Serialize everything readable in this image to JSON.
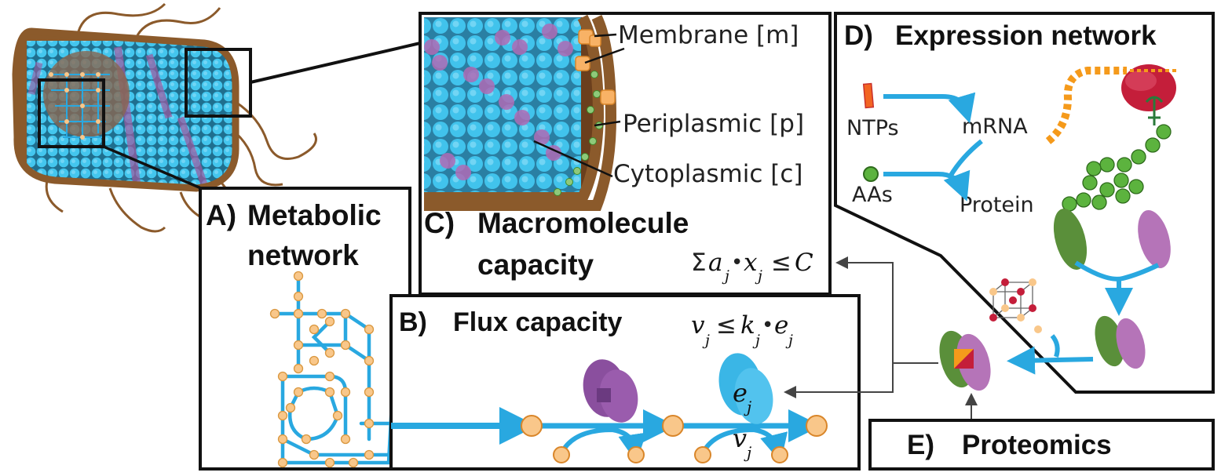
{
  "panels": {
    "a": {
      "letter": "A)",
      "line1": "Metabolic",
      "line2": "network"
    },
    "b": {
      "letter": "B)",
      "title": "Flux capacity",
      "eq_v": "v",
      "eq_sub_j": "j",
      "eq_rel": "≤",
      "eq_k": "k",
      "eq_k_sub": "j",
      "eq_dot": "•",
      "eq_e": "e",
      "eq_e_sub": "j",
      "enzyme_label": "e",
      "enzyme_sub": "j",
      "flux_label": "v",
      "flux_sub": "j"
    },
    "c": {
      "letter": "C)",
      "line1": "Macromolecule",
      "line2": "capacity",
      "eq_sigma": "Σ",
      "eq_a": "a",
      "eq_a_sub": "j",
      "eq_dot": "•",
      "eq_x": "x",
      "eq_x_sub": "j",
      "eq_rel": "≤",
      "eq_c": "C",
      "label_membrane": "Membrane [m]",
      "label_periplasmic": "Periplasmic [p]",
      "label_cytoplasmic": "Cytoplasmic [c]"
    },
    "d": {
      "letter": "D)",
      "title": "Expression network",
      "ntps": "NTPs",
      "mrna": "mRNA",
      "aas": "AAs",
      "protein": "Protein"
    },
    "e": {
      "letter": "E)",
      "title": "Proteomics"
    }
  },
  "colors": {
    "flux_blue": "#29a8e0",
    "metabolite_orange": "#f9c78a",
    "cell_wall_brown": "#8b5a2b",
    "cytoplasm_cyan": "#3bbfe8",
    "ribosome_red": "#c41e3a",
    "amino_acid_green": "#5cb33e",
    "protein_purple": "#b574b8",
    "protein_green": "#5a8f3a",
    "mrna_orange": "#f59a1b"
  }
}
